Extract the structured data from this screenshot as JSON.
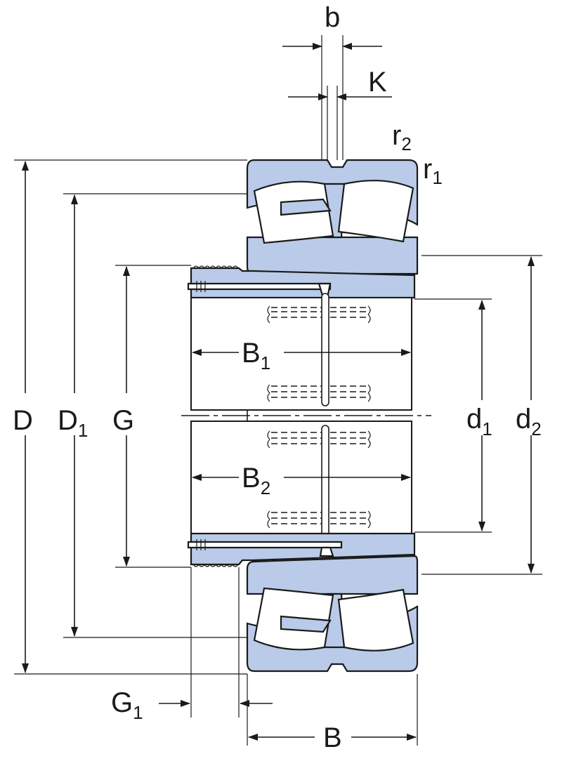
{
  "colors": {
    "part_fill": "#b9cbe8",
    "line": "#1a1a1a",
    "background": "#ffffff"
  },
  "labels": {
    "b": "b",
    "K": "K",
    "r2_main": "r",
    "r2_sub": "2",
    "r1_main": "r",
    "r1_sub": "1",
    "D": "D",
    "D1_main": "D",
    "D1_sub": "1",
    "G": "G",
    "B1_main": "B",
    "B1_sub": "1",
    "B2_main": "B",
    "B2_sub": "2",
    "d1_main": "d",
    "d1_sub": "1",
    "d2_main": "d",
    "d2_sub": "2",
    "G1_main": "G",
    "G1_sub": "1",
    "B": "B"
  }
}
